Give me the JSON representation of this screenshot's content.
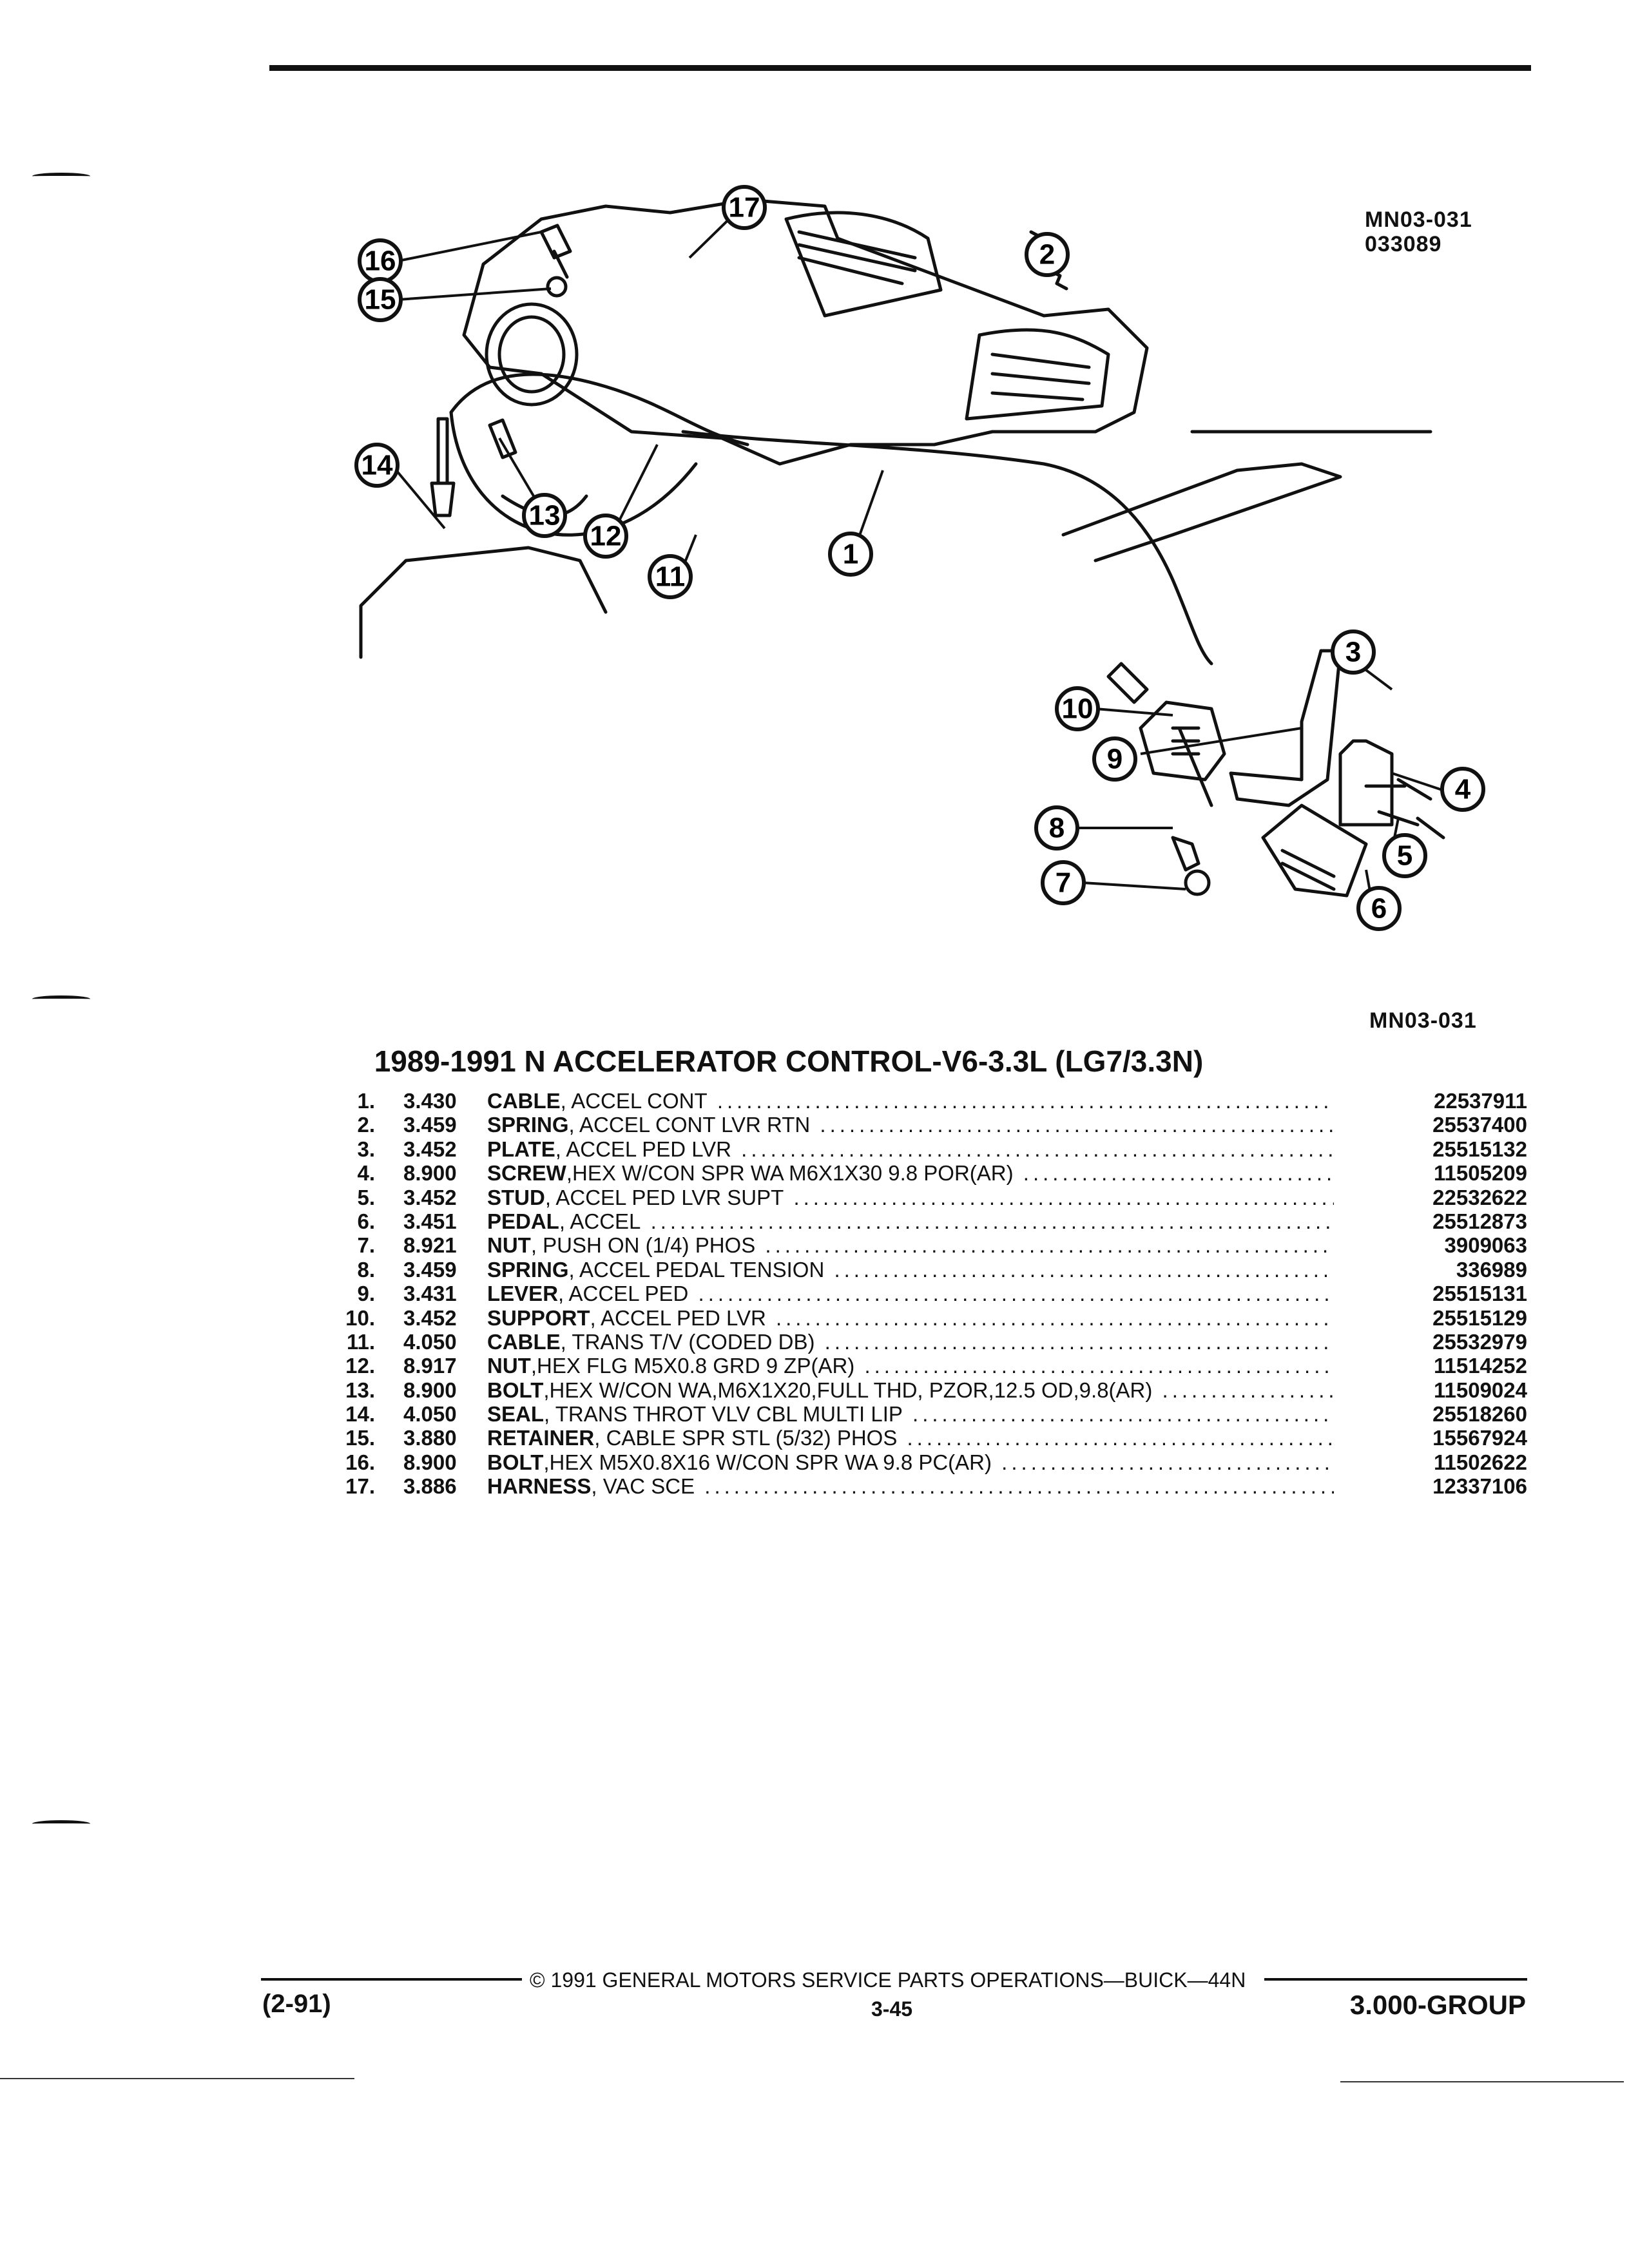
{
  "header": {
    "drawing_code_top": "MN03-031",
    "drawing_date_code": "033089",
    "drawing_code_bottom": "MN03-031"
  },
  "title": "1989-1991 N ACCELERATOR CONTROL-V6-3.3L (LG7/3.3N)",
  "callouts": [
    "16",
    "15",
    "17",
    "2",
    "14",
    "13",
    "12",
    "11",
    "1",
    "3",
    "10",
    "9",
    "4",
    "5",
    "8",
    "7",
    "6"
  ],
  "parts": [
    {
      "num": "1.",
      "group": "3.430",
      "name": "CABLE",
      "detail": ", ACCEL CONT",
      "part_no": "22537911"
    },
    {
      "num": "2.",
      "group": "3.459",
      "name": "SPRING",
      "detail": ", ACCEL CONT LVR RTN",
      "part_no": "25537400"
    },
    {
      "num": "3.",
      "group": "3.452",
      "name": "PLATE",
      "detail": ", ACCEL PED LVR",
      "part_no": "25515132"
    },
    {
      "num": "4.",
      "group": "8.900",
      "name": "SCREW",
      "detail": ",HEX W/CON SPR WA M6X1X30 9.8 POR(AR)",
      "part_no": "11505209"
    },
    {
      "num": "5.",
      "group": "3.452",
      "name": "STUD",
      "detail": ", ACCEL PED LVR SUPT",
      "part_no": "22532622"
    },
    {
      "num": "6.",
      "group": "3.451",
      "name": "PEDAL",
      "detail": ", ACCEL",
      "part_no": "25512873"
    },
    {
      "num": "7.",
      "group": "8.921",
      "name": "NUT",
      "detail": ", PUSH ON (1/4) PHOS",
      "part_no": "3909063"
    },
    {
      "num": "8.",
      "group": "3.459",
      "name": "SPRING",
      "detail": ", ACCEL PEDAL TENSION",
      "part_no": "336989"
    },
    {
      "num": "9.",
      "group": "3.431",
      "name": "LEVER",
      "detail": ", ACCEL PED",
      "part_no": "25515131"
    },
    {
      "num": "10.",
      "group": "3.452",
      "name": "SUPPORT",
      "detail": ", ACCEL PED LVR",
      "part_no": "25515129"
    },
    {
      "num": "11.",
      "group": "4.050",
      "name": "CABLE",
      "detail": ", TRANS T/V (CODED DB)",
      "part_no": "25532979"
    },
    {
      "num": "12.",
      "group": "8.917",
      "name": "NUT",
      "detail": ",HEX FLG M5X0.8 GRD 9 ZP(AR)",
      "part_no": "11514252"
    },
    {
      "num": "13.",
      "group": "8.900",
      "name": "BOLT",
      "detail": ",HEX W/CON WA,M6X1X20,FULL THD, PZOR,12.5 OD,9.8(AR)",
      "part_no": "11509024"
    },
    {
      "num": "14.",
      "group": "4.050",
      "name": "SEAL",
      "detail": ", TRANS THROT VLV CBL MULTI LIP",
      "part_no": "25518260"
    },
    {
      "num": "15.",
      "group": "3.880",
      "name": "RETAINER",
      "detail": ", CABLE SPR STL (5/32) PHOS",
      "part_no": "15567924"
    },
    {
      "num": "16.",
      "group": "8.900",
      "name": "BOLT",
      "detail": ",HEX M5X0.8X16 W/CON SPR WA 9.8 PC(AR)",
      "part_no": "11502622"
    },
    {
      "num": "17.",
      "group": "3.886",
      "name": "HARNESS",
      "detail": ", VAC SCE",
      "part_no": "12337106"
    }
  ],
  "footer": {
    "copyright": "© 1991 GENERAL MOTORS SERVICE PARTS OPERATIONS—BUICK—44N",
    "page": "3-45",
    "date": "(2-91)",
    "group": "3.000-GROUP"
  }
}
